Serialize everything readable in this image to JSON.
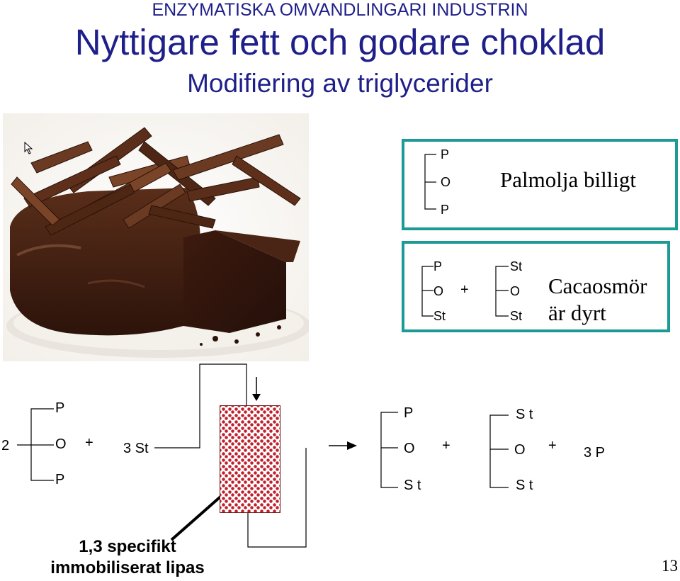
{
  "slide": {
    "supertitle": "ENZYMATISKA OMVANDLINGARI INDUSTRIN",
    "title": "Nyttigare fett och godare choklad",
    "subtitle": "Modifiering av triglycerider",
    "page_number": "13"
  },
  "box_palm": {
    "chain": [
      "P",
      "O",
      "P"
    ],
    "caption": "Palmolja billigt",
    "border_color": "#1b9a96"
  },
  "box_cocoa": {
    "chain_1": [
      "P",
      "O",
      "St"
    ],
    "plus": "+",
    "chain_2": [
      "St",
      "O",
      "St"
    ],
    "caption_line1": "Cacaosmör",
    "caption_line2": "är dyrt",
    "border_color": "#1b9a96"
  },
  "reaction": {
    "coefficient": "2",
    "reactant_chain": [
      "P",
      "O",
      "P"
    ],
    "plus_1": "+",
    "reactant_2": "3 St",
    "product_1_chain": [
      "P",
      "O",
      "S t"
    ],
    "plus_2": "+",
    "product_2_chain": [
      "S t",
      "O",
      "S t"
    ],
    "plus_3": "+",
    "byproduct": "3 P",
    "reactor_color": "#c0202c"
  },
  "callout": {
    "line1": "1,3 specifikt",
    "line2": "immobiliserat lipas"
  },
  "image": {
    "icon": "chocolate-cake-image"
  }
}
